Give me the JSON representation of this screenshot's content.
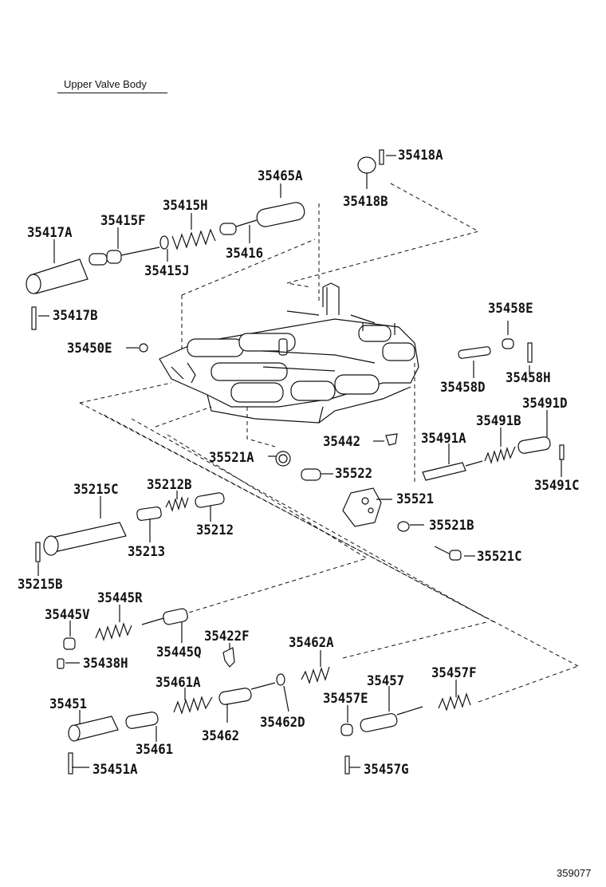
{
  "title": "Upper Valve Body",
  "ref_number": "359077",
  "labels": {
    "p35418A": "35418A",
    "p35418B": "35418B",
    "p35465A": "35465A",
    "p35415H": "35415H",
    "p35415F": "35415F",
    "p35417A": "35417A",
    "p35416": "35416",
    "p35415J": "35415J",
    "p35417B": "35417B",
    "p35458E": "35458E",
    "p35450E": "35450E",
    "p35458H": "35458H",
    "p35458D": "35458D",
    "p35491D": "35491D",
    "p35491B": "35491B",
    "p35442": "35442",
    "p35491A": "35491A",
    "p35521A": "35521A",
    "p35522": "35522",
    "p35491C": "35491C",
    "p35215C": "35215C",
    "p35212B": "35212B",
    "p35521": "35521",
    "p35521B": "35521B",
    "p35212": "35212",
    "p35213": "35213",
    "p35521C": "35521C",
    "p35215B": "35215B",
    "p35445R": "35445R",
    "p35445V": "35445V",
    "p35422F": "35422F",
    "p35462A": "35462A",
    "p35438H": "35438H",
    "p35445Q": "35445Q",
    "p35457F": "35457F",
    "p35461A": "35461A",
    "p35457": "35457",
    "p35451": "35451",
    "p35457E": "35457E",
    "p35462D": "35462D",
    "p35462": "35462",
    "p35461": "35461",
    "p35451A": "35451A",
    "p35457G": "35457G"
  }
}
